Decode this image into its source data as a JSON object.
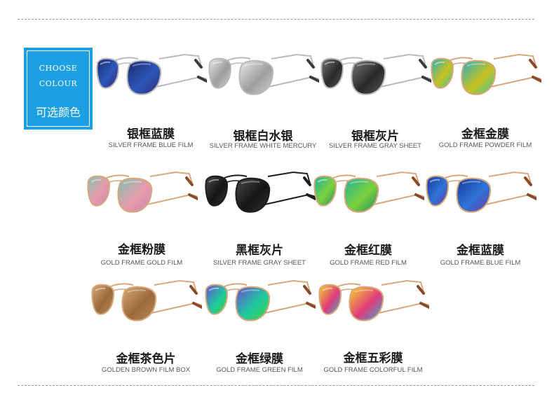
{
  "choose": {
    "line1": "CHOOSE",
    "line2": "COLOUR",
    "cn": "可选颜色",
    "bg_color": "#1da0e3"
  },
  "items": [
    {
      "cn": "银框蓝膜",
      "en": "SILVER FRAME BLUE FILM",
      "frame": "silver",
      "lens": "blue"
    },
    {
      "cn": "银框白水银",
      "en": "SILVER FRAME WHITE MERCURY",
      "frame": "silver",
      "lens": "mercury"
    },
    {
      "cn": "银框灰片",
      "en": "SILVER FRAME GRAY SHEET",
      "frame": "silver",
      "lens": "gray"
    },
    {
      "cn": "金框金膜",
      "en": "GOLD FRAME POWDER FILM",
      "frame": "gold",
      "lens": "goldfilm"
    },
    {
      "cn": "金框粉膜",
      "en": "GOLD FRAME GOLD FILM",
      "frame": "gold",
      "lens": "pink"
    },
    {
      "cn": "黑框灰片",
      "en": "SILVER FRAME GRAY SHEET",
      "frame": "black",
      "lens": "dark"
    },
    {
      "cn": "金框红膜",
      "en": "GOLD FRAME RED FILM",
      "frame": "gold",
      "lens": "greenred"
    },
    {
      "cn": "金框蓝膜",
      "en": "GOLD FRAME BLUE FILM",
      "frame": "gold",
      "lens": "goldblue"
    },
    {
      "cn": "金框茶色片",
      "en": "GOLDEN BROWN FILM BOX",
      "frame": "gold",
      "lens": "brown"
    },
    {
      "cn": "金框绿膜",
      "en": "GOLD FRAME GREEN FILM",
      "frame": "gold",
      "lens": "green"
    },
    {
      "cn": "金框五彩膜",
      "en": "GOLD FRAME COLORFUL FILM",
      "frame": "gold",
      "lens": "colorful"
    }
  ]
}
